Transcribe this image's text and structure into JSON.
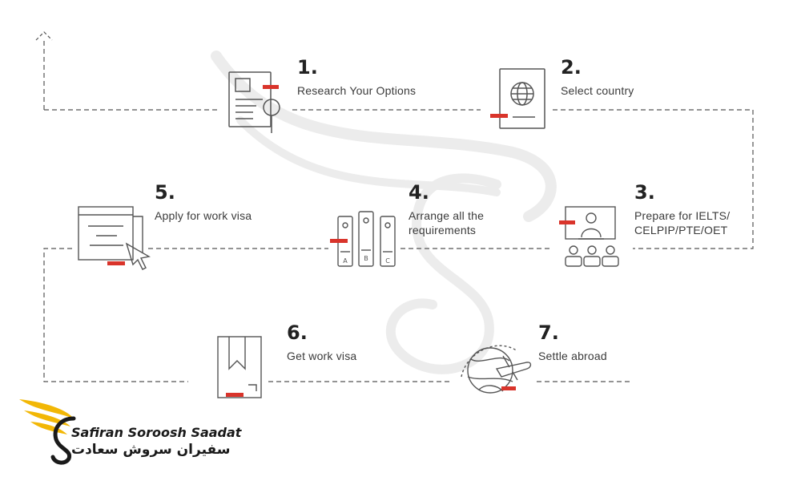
{
  "steps": [
    {
      "number": "1.",
      "label": "Research Your Options",
      "icon": "document-search-icon"
    },
    {
      "number": "2.",
      "label": "Select country",
      "icon": "passport-icon"
    },
    {
      "number": "3.",
      "label": "Prepare for IELTS/ CELPIP/PTE/OET",
      "line1": "Prepare for IELTS/",
      "line2": "CELPIP/PTE/OET",
      "icon": "classroom-icon"
    },
    {
      "number": "4.",
      "label": "Arrange all the requirements",
      "line1": "Arrange all the",
      "line2": "requirements",
      "icon": "binders-icon",
      "binder_letters": [
        "A",
        "B",
        "C"
      ]
    },
    {
      "number": "5.",
      "label": "Apply for work visa",
      "icon": "computer-click-icon"
    },
    {
      "number": "6.",
      "label": "Get work visa",
      "icon": "bookmark-document-icon"
    },
    {
      "number": "7.",
      "label": "Settle abroad",
      "icon": "globe-plane-icon"
    }
  ],
  "logo": {
    "name_en": "Safiran Soroosh Saadat",
    "name_fa": "سفیران سروش سعادت"
  },
  "colors": {
    "accent_red": "#d9342b",
    "line_gray": "#555555",
    "logo_gold": "#f2b705"
  }
}
